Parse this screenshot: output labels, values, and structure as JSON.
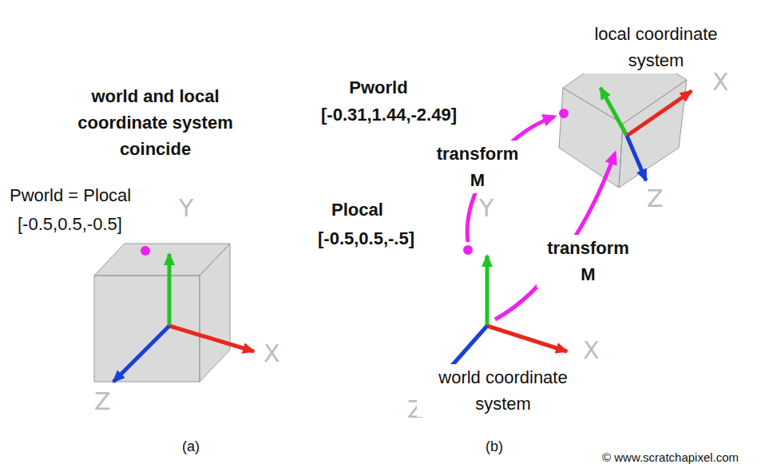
{
  "diagram": {
    "labels": [
      "world and local coordinate system coincide",
      "Pworld = Plocal",
      "[-0.5,0.5,-0.5]",
      "Y",
      "X",
      "Z",
      "Pworld",
      "[-0.31,1.44,-2.49]",
      "local coordinate system",
      "X",
      "Z",
      "transform M",
      "Plocal",
      "[-0.5,0.5,-.5]",
      "transform M",
      "Y",
      "X",
      "Z",
      "world coordinate system",
      "(a)",
      "(b)",
      "© www.scratchapixel.com"
    ]
  }
}
